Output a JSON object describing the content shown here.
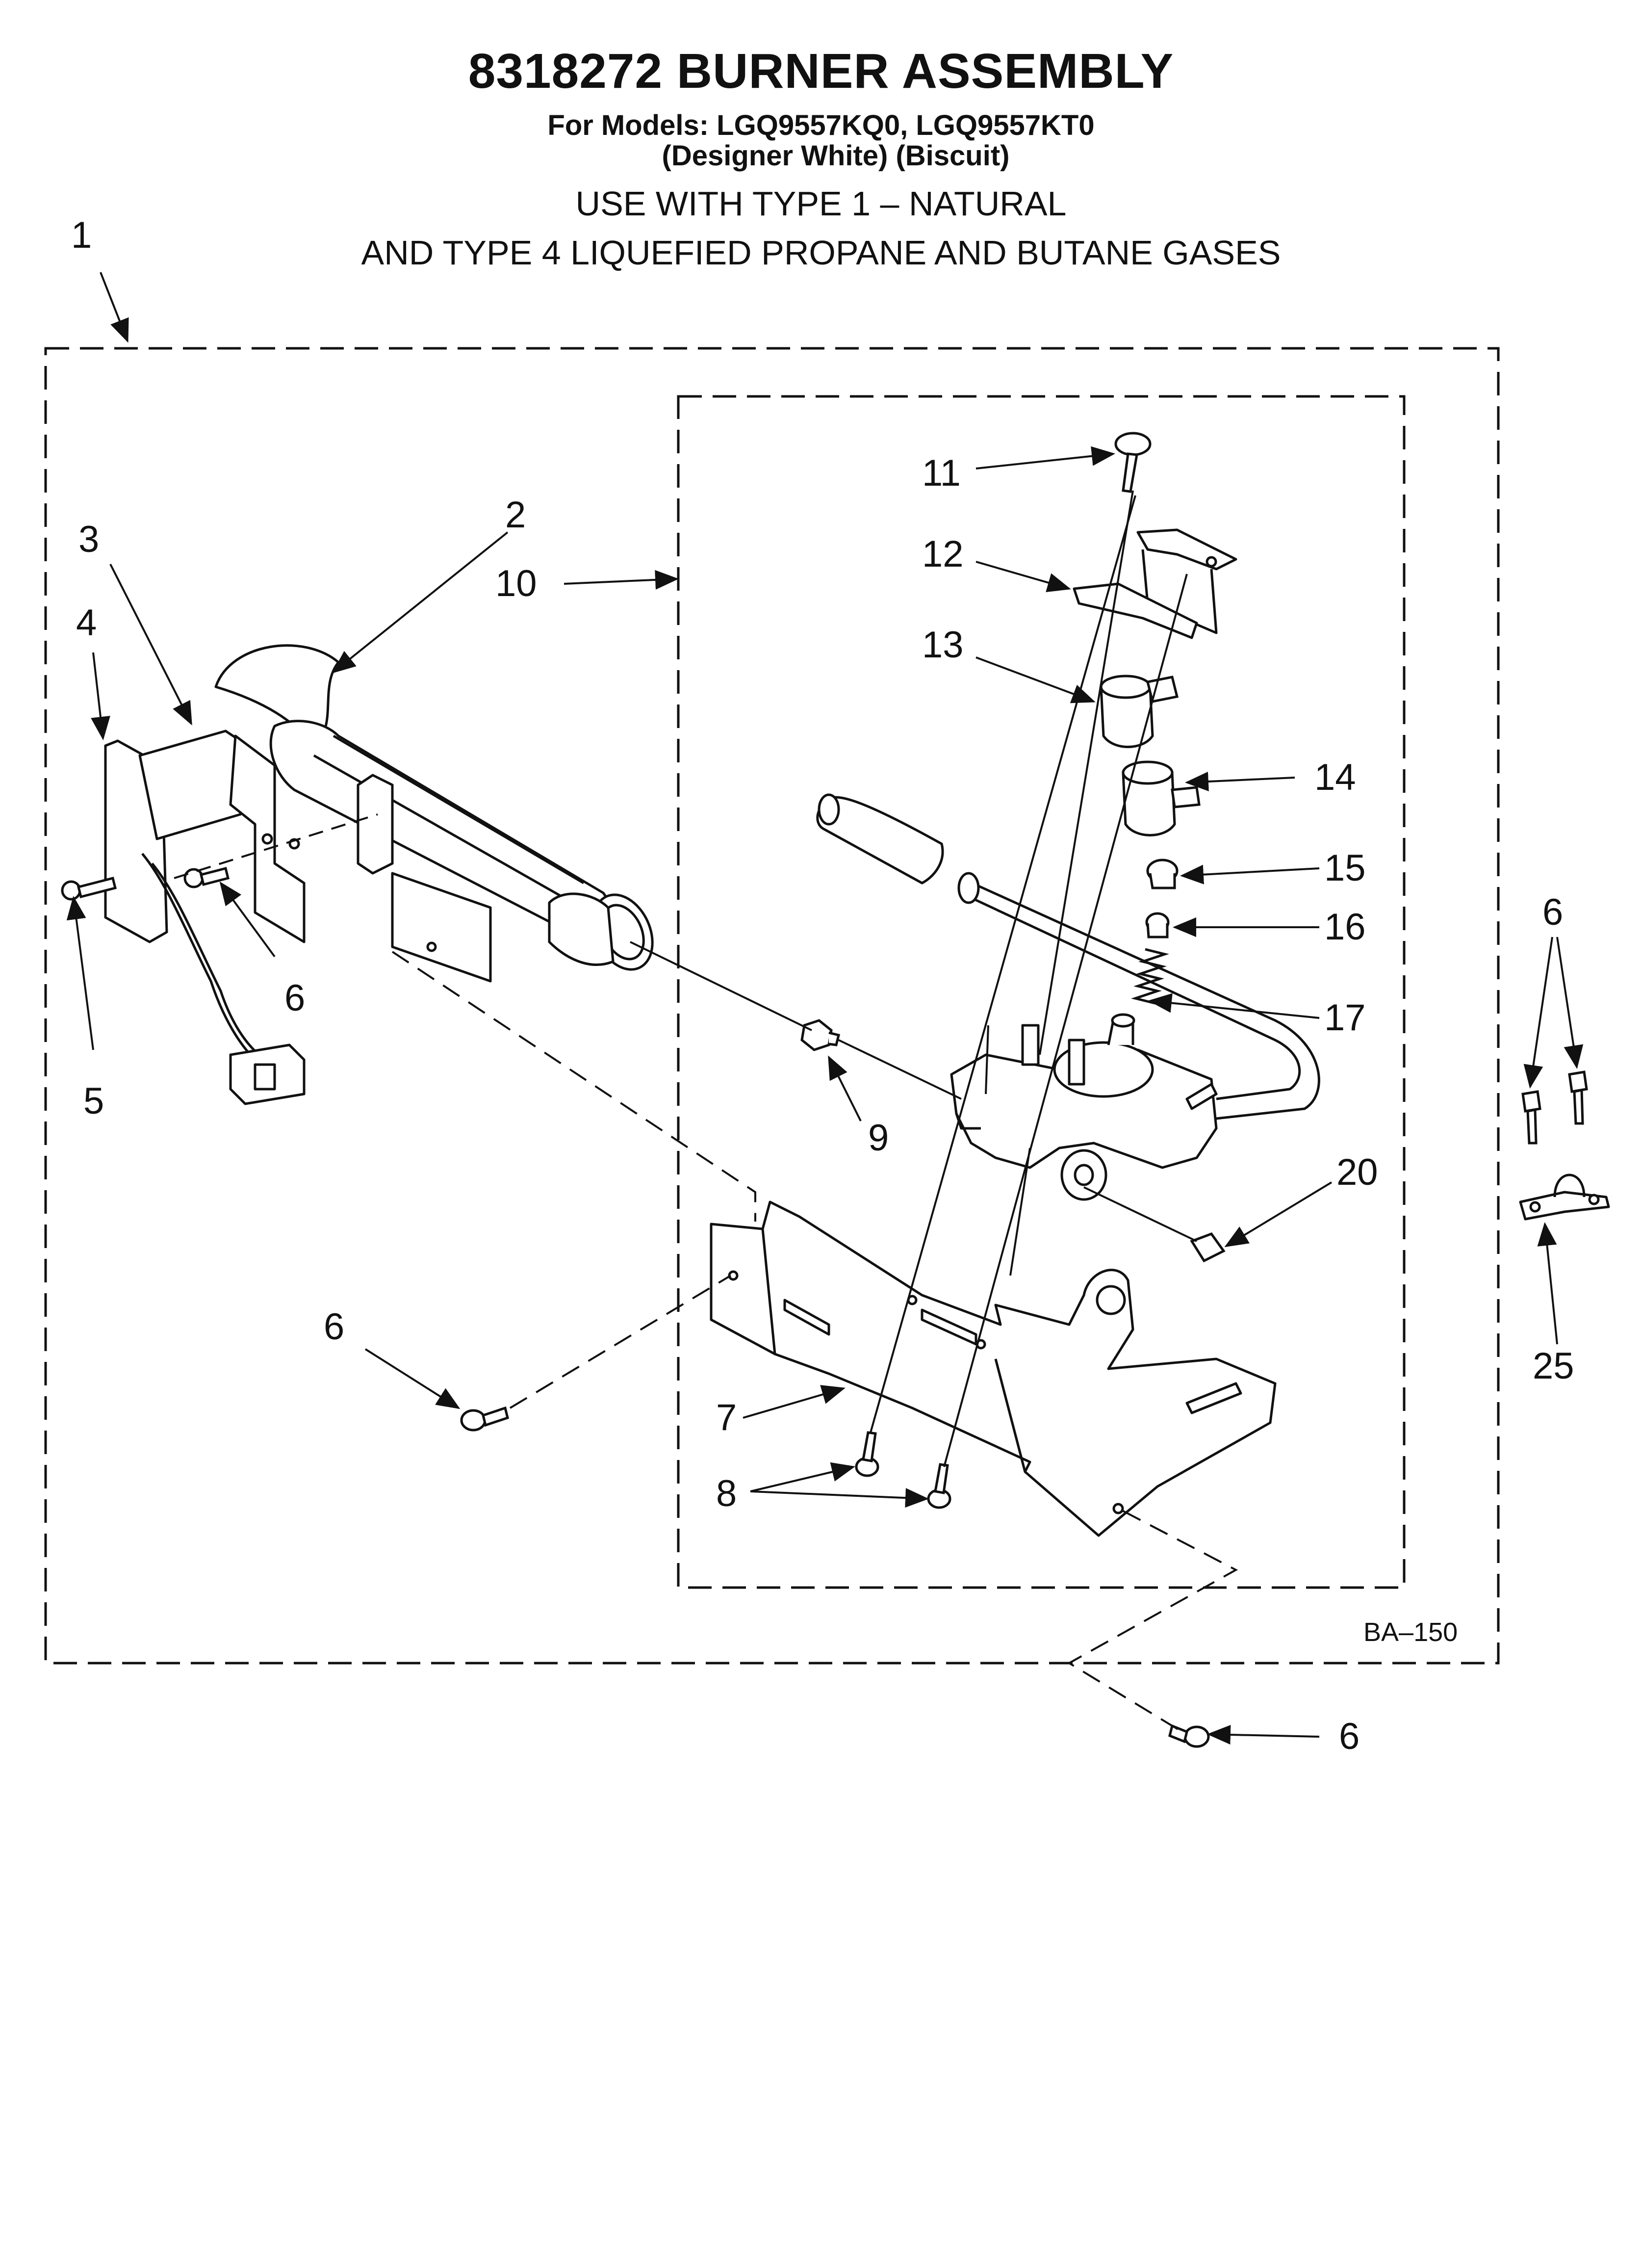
{
  "header": {
    "title": "8318272 BURNER ASSEMBLY",
    "models": "For Models: LGQ9557KQ0, LGQ9557KT0",
    "colors": "(Designer White)   (Biscuit)",
    "gas_line_1": "USE WITH TYPE 1  –   NATURAL",
    "gas_line_2": "AND TYPE 4     LIQUEFIED PROPANE AND BUTANE GASES"
  },
  "callouts": {
    "c1": "1",
    "c2": "2",
    "c3": "3",
    "c4": "4",
    "c5": "5",
    "c6a": "6",
    "c6b": "6",
    "c6c": "6",
    "c6d": "6",
    "c7": "7",
    "c8": "8",
    "c9": "9",
    "c10": "10",
    "c11": "11",
    "c12": "12",
    "c13": "13",
    "c14": "14",
    "c15": "15",
    "c16": "16",
    "c17": "17",
    "c20": "20",
    "c25": "25"
  },
  "figure_code": "BA–150"
}
